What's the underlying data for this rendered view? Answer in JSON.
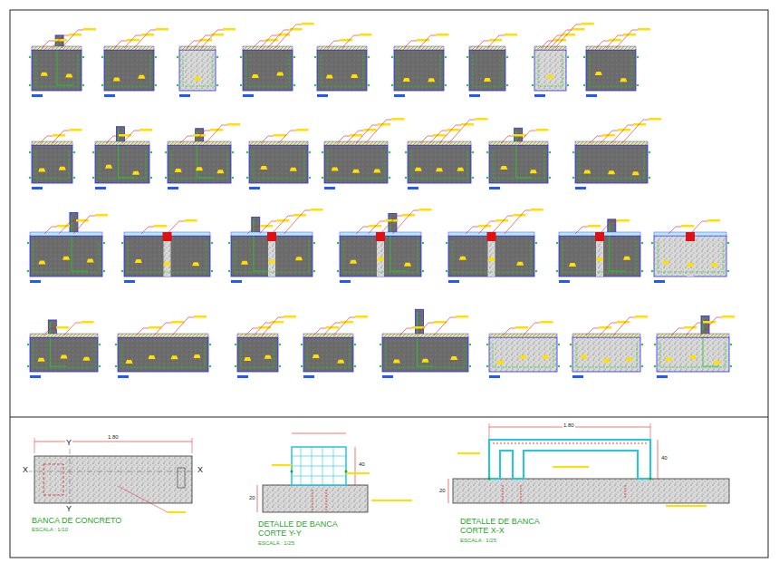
{
  "diagram": {
    "labels": [
      "X",
      "X",
      "Y",
      "Y",
      "BANCA DE CONCRETO",
      "ESCALA : 1/10",
      "1.80",
      "DETALLE DE BANCA CORTE Y-Y",
      "ESCALA : 1/25",
      "40",
      "20",
      "DETALLE DE BANCA CORTE X-X",
      "ESCALA : 1/25",
      "1.80",
      "40",
      "20"
    ]
  }
}
